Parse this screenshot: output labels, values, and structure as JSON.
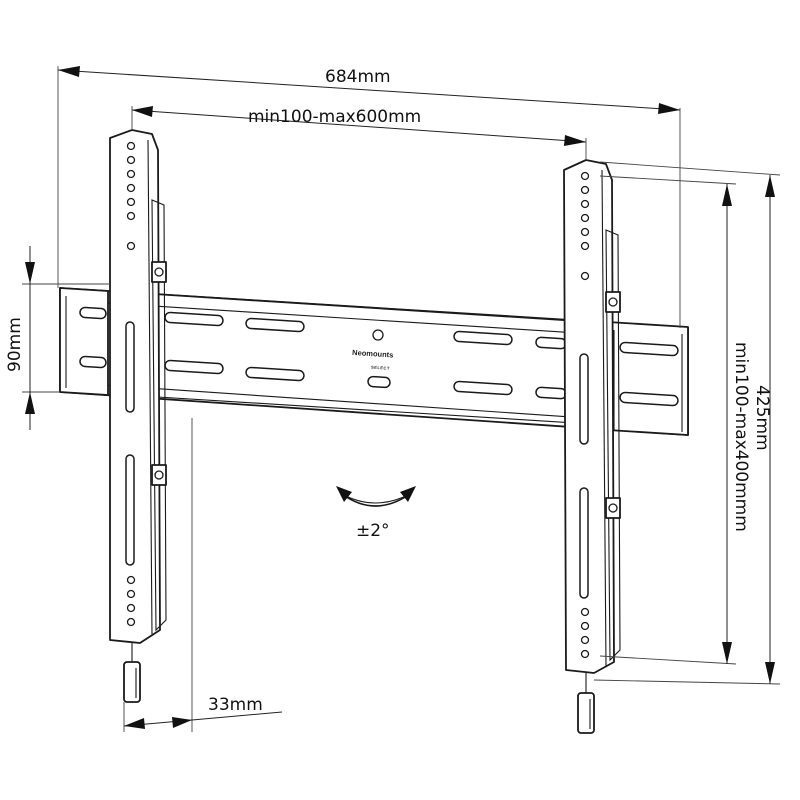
{
  "dimensions": {
    "overall_width": "684mm",
    "vesa_horizontal": "min100-max600mm",
    "rail_height": "90mm",
    "overall_height": "425mm",
    "vesa_vertical": "min100-max400mmm",
    "wall_distance": "33mm",
    "tilt": "±2°"
  },
  "branding": {
    "name": "Neomounts",
    "sub": "SELECT"
  }
}
